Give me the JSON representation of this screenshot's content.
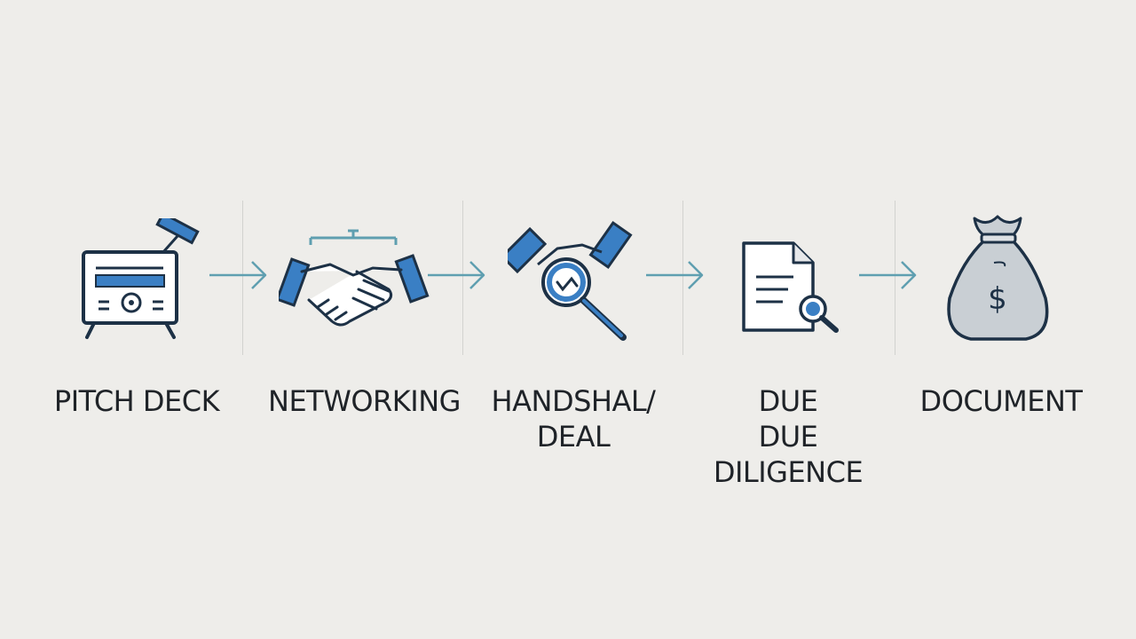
{
  "diagram": {
    "steps": [
      {
        "id": "pitch-deck",
        "icon": "presentation-board-icon",
        "lines": [
          "PITCH DECK"
        ]
      },
      {
        "id": "networking",
        "icon": "handshake-icon",
        "lines": [
          "NETWORKING"
        ]
      },
      {
        "id": "handshake-deal",
        "icon": "handshake-magnifier-icon",
        "lines": [
          "HANDSHAL/",
          "DEAL"
        ]
      },
      {
        "id": "due-diligence",
        "icon": "document-search-icon",
        "lines": [
          "DUE",
          "DUE",
          "DILIGENCE"
        ]
      },
      {
        "id": "document",
        "icon": "money-bag-icon",
        "lines": [
          "DOCUMENT"
        ]
      }
    ],
    "money_symbol": "$",
    "colors": {
      "background": "#eeedea",
      "accent_blue": "#3a7fc4",
      "stroke_dark": "#1d3146",
      "arrow": "#5f9fb0",
      "divider": "#d2d2cf",
      "bag_fill": "#c9cfd4"
    }
  }
}
